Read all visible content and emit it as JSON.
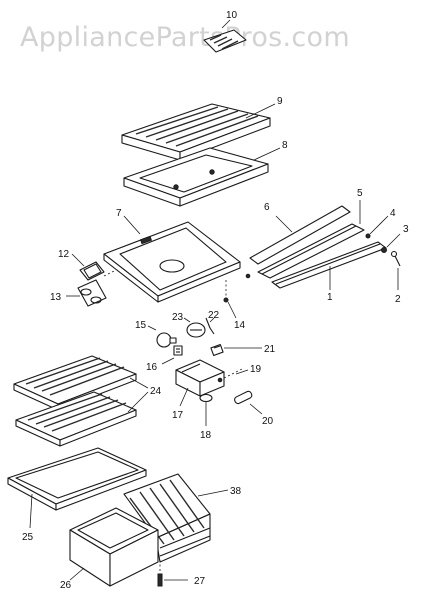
{
  "watermark": "AppliancePartsPros.com",
  "callouts": {
    "c1": "1",
    "c2": "2",
    "c3": "3",
    "c4": "4",
    "c5": "5",
    "c6": "6",
    "c7": "7",
    "c8": "8",
    "c9": "9",
    "c10": "10",
    "c12": "12",
    "c13": "13",
    "c14": "14",
    "c15": "15",
    "c16": "16",
    "c17": "17",
    "c18": "18",
    "c19": "19",
    "c20": "20",
    "c21": "21",
    "c22": "22",
    "c23": "23",
    "c24": "24",
    "c25": "25",
    "c26": "26",
    "c27": "27",
    "c38": "38"
  },
  "colors": {
    "line": "#1a1a1a",
    "watermark": "#d2d2d2",
    "background": "#ffffff"
  }
}
